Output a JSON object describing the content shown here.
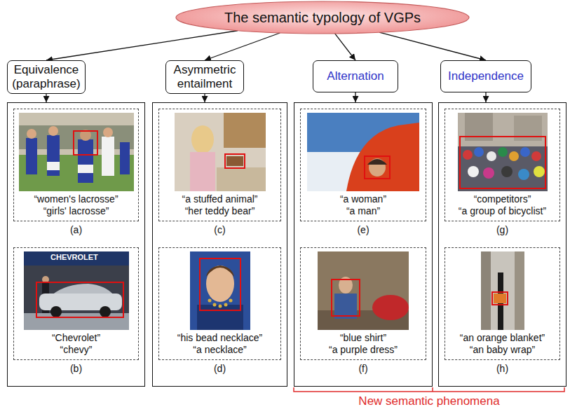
{
  "diagram": {
    "nodes": [
      {
        "text": [
          "The semantic typology of VGPs"
        ]
      },
      {
        "text": [
          "Equivalence (paraphrase)"
        ]
      },
      {
        "text": [
          "Asymmetric entailment"
        ]
      },
      {
        "text": [
          "Alternation"
        ]
      },
      {
        "text": [
          "Independence"
        ]
      },
      {
        "text": []
      },
      {
        "text": [
          "“women's lacrosse”",
          "“girls' lacrosse”",
          "(a)"
        ],
        "in": 5
      },
      {
        "text": [
          "“Chevrolet”",
          "“chevy”",
          "(b)"
        ],
        "in": 5
      },
      {
        "text": []
      },
      {
        "text": [
          "“a stuffed animal”",
          "“her teddy bear”",
          "(c)"
        ],
        "in": 8
      },
      {
        "text": [
          "“his bead necklace”",
          "“a necklace”",
          "(d)"
        ],
        "in": 8
      },
      {
        "text": []
      },
      {
        "text": [
          "“a woman”",
          "“a man”",
          "(e)"
        ],
        "in": 11
      },
      {
        "text": [
          "“blue shirt”",
          "“a purple dress”",
          "(f)"
        ],
        "in": 11
      },
      {
        "text": []
      },
      {
        "text": [
          "“competitors”",
          "“a group of bicyclist”",
          "(g)"
        ],
        "in": 14
      },
      {
        "text": [
          "“an orange blanket”",
          "“an baby wrap”",
          "(h)"
        ],
        "in": 14
      }
    ],
    "edges": [
      {
        "from": 0,
        "to": 1,
        "arrow": "to"
      },
      {
        "from": 0,
        "to": 2,
        "arrow": "to"
      },
      {
        "from": 0,
        "to": 3,
        "arrow": "to"
      },
      {
        "from": 0,
        "to": 4,
        "arrow": "to"
      },
      {
        "from": 1,
        "to": 5,
        "arrow": "to"
      },
      {
        "from": 2,
        "to": 8,
        "arrow": "to"
      },
      {
        "from": 3,
        "to": 11,
        "arrow": "to"
      },
      {
        "from": 4,
        "to": 14,
        "arrow": "to"
      }
    ],
    "labels": [
      "CHEVROLET",
      "New semantic phenomena"
    ]
  }
}
